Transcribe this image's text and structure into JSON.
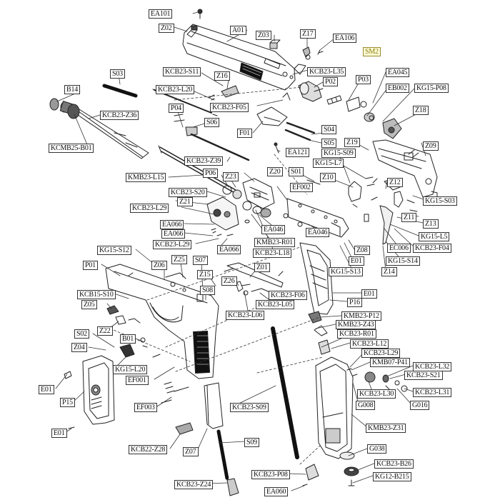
{
  "parts": [
    {
      "id": "ea101",
      "text": "EA101"
    },
    {
      "id": "z02",
      "text": "Z02"
    },
    {
      "id": "a01",
      "text": "A01"
    },
    {
      "id": "z03",
      "text": "Z03"
    },
    {
      "id": "z17",
      "text": "Z17"
    },
    {
      "id": "ea106",
      "text": "EA106"
    },
    {
      "id": "sm2",
      "text": "SM2"
    },
    {
      "id": "kcb23-s11",
      "text": "KCB23-S11"
    },
    {
      "id": "kcb23-l35",
      "text": "KCB23-L35"
    },
    {
      "id": "s03",
      "text": "S03"
    },
    {
      "id": "z16",
      "text": "Z16"
    },
    {
      "id": "p03",
      "text": "P03"
    },
    {
      "id": "ea045",
      "text": "EA045"
    },
    {
      "id": "b14",
      "text": "B14"
    },
    {
      "id": "kcb23-l20",
      "text": "KCB23-L20"
    },
    {
      "id": "p02",
      "text": "P02"
    },
    {
      "id": "eb002",
      "text": "EB002"
    },
    {
      "id": "kg15-p08",
      "text": "KG15-P08"
    },
    {
      "id": "kcb23-f05",
      "text": "KCB23-F05"
    },
    {
      "id": "p04",
      "text": "P04"
    },
    {
      "id": "kcb23-z36",
      "text": "KCB23-Z36"
    },
    {
      "id": "z18",
      "text": "Z18"
    },
    {
      "id": "s06",
      "text": "S06"
    },
    {
      "id": "s04",
      "text": "S04"
    },
    {
      "id": "f01",
      "text": "F01"
    },
    {
      "id": "s05",
      "text": "S05"
    },
    {
      "id": "kcmb25-b01",
      "text": "KCMB25-B01"
    },
    {
      "id": "z19",
      "text": "Z19"
    },
    {
      "id": "z09",
      "text": "Z09"
    },
    {
      "id": "ea121",
      "text": "EA121"
    },
    {
      "id": "kg15-s09",
      "text": "KG15-S09"
    },
    {
      "id": "kcb23-z39",
      "text": "KCB23-Z39"
    },
    {
      "id": "kg15-l7",
      "text": "KG15-L7"
    },
    {
      "id": "z20",
      "text": "Z20"
    },
    {
      "id": "s01",
      "text": "S01"
    },
    {
      "id": "p06",
      "text": "P06"
    },
    {
      "id": "z23",
      "text": "Z23"
    },
    {
      "id": "kmb23-l15",
      "text": "KMB23-L15"
    },
    {
      "id": "z10",
      "text": "Z10"
    },
    {
      "id": "ef002",
      "text": "EF002"
    },
    {
      "id": "z12",
      "text": "Z12"
    },
    {
      "id": "kcb23-s20",
      "text": "KCB23-S20"
    },
    {
      "id": "z21",
      "text": "Z21"
    },
    {
      "id": "kg15-s03",
      "text": "KG15-S03"
    },
    {
      "id": "kcb23-l29a",
      "text": "KCB23-L29"
    },
    {
      "id": "ea066a",
      "text": "EA066"
    },
    {
      "id": "z11",
      "text": "Z11"
    },
    {
      "id": "z13",
      "text": "Z13"
    },
    {
      "id": "ea066b",
      "text": "EA066"
    },
    {
      "id": "ea046a",
      "text": "EA046"
    },
    {
      "id": "ea046b",
      "text": "EA046"
    },
    {
      "id": "kg15-l5",
      "text": "KG15-L5"
    },
    {
      "id": "kcb23-l29b",
      "text": "KCB23-L29"
    },
    {
      "id": "kmb23-r01",
      "text": "KMB23-R01"
    },
    {
      "id": "ec006",
      "text": "EC006"
    },
    {
      "id": "kcb23-f04",
      "text": "KCB23-F04"
    },
    {
      "id": "kg15-s12",
      "text": "KG15-S12"
    },
    {
      "id": "ea066c",
      "text": "EA066"
    },
    {
      "id": "kcb23-l18",
      "text": "KCB23-L18"
    },
    {
      "id": "z08",
      "text": "Z08"
    },
    {
      "id": "kg15-s14",
      "text": "KG15-S14"
    },
    {
      "id": "z25",
      "text": "Z25"
    },
    {
      "id": "s07",
      "text": "S07"
    },
    {
      "id": "e01a",
      "text": "E01"
    },
    {
      "id": "p01",
      "text": "P01"
    },
    {
      "id": "z06",
      "text": "Z06"
    },
    {
      "id": "z01",
      "text": "Z01"
    },
    {
      "id": "kg15-s13",
      "text": "KG15-S13"
    },
    {
      "id": "z14",
      "text": "Z14"
    },
    {
      "id": "z15",
      "text": "Z15"
    },
    {
      "id": "z26",
      "text": "Z26"
    },
    {
      "id": "kcb15-s10",
      "text": "KCB15-S10"
    },
    {
      "id": "s08",
      "text": "S08"
    },
    {
      "id": "kcb23-f06",
      "text": "KCB23-F06"
    },
    {
      "id": "e01b",
      "text": "E01"
    },
    {
      "id": "z05",
      "text": "Z05"
    },
    {
      "id": "kcb23-l05",
      "text": "KCB23-L05"
    },
    {
      "id": "p16",
      "text": "P16"
    },
    {
      "id": "kcb23-l06",
      "text": "KCB23-L06"
    },
    {
      "id": "kmb23-p12",
      "text": "KMB23-P12"
    },
    {
      "id": "z22",
      "text": "Z22"
    },
    {
      "id": "kmb23-z43",
      "text": "KMB23-Z43"
    },
    {
      "id": "b01",
      "text": "B01"
    },
    {
      "id": "s02",
      "text": "S02"
    },
    {
      "id": "kcb23-r01",
      "text": "KCB23-R01"
    },
    {
      "id": "z04",
      "text": "Z04"
    },
    {
      "id": "kcb23-l12",
      "text": "KCB23-L12"
    },
    {
      "id": "kcb23-l29c",
      "text": "KCB23-L29"
    },
    {
      "id": "kg15-l20",
      "text": "KG15-L20"
    },
    {
      "id": "kmb07-p41",
      "text": "KMB07-P41"
    },
    {
      "id": "kcb23-l32",
      "text": "KCB23-L32"
    },
    {
      "id": "ef001",
      "text": "EF001"
    },
    {
      "id": "kcb23-s21",
      "text": "KCB23-S21"
    },
    {
      "id": "e01c",
      "text": "E01"
    },
    {
      "id": "kcb23-l30",
      "text": "KCB23-L30"
    },
    {
      "id": "kcb23-l31",
      "text": "KCB23-L31"
    },
    {
      "id": "p15",
      "text": "P15"
    },
    {
      "id": "g008",
      "text": "G008"
    },
    {
      "id": "g016",
      "text": "G016"
    },
    {
      "id": "ef003",
      "text": "EF003"
    },
    {
      "id": "kcb23-s09",
      "text": "KCB23-S09"
    },
    {
      "id": "kmb23-z31",
      "text": "KMB23-Z31"
    },
    {
      "id": "e01d",
      "text": "E01"
    },
    {
      "id": "s09",
      "text": "S09"
    },
    {
      "id": "kcb22-z28",
      "text": "KCB22-Z28"
    },
    {
      "id": "g038",
      "text": "G038"
    },
    {
      "id": "z07",
      "text": "Z07"
    },
    {
      "id": "kcb23-b26",
      "text": "KCB23-B26"
    },
    {
      "id": "kcb23-p08",
      "text": "KCB23-P08"
    },
    {
      "id": "kg12-b215",
      "text": "KG12-B215"
    },
    {
      "id": "kcb23-z24",
      "text": "KCB23-Z24"
    },
    {
      "id": "ea060",
      "text": "EA060"
    }
  ]
}
